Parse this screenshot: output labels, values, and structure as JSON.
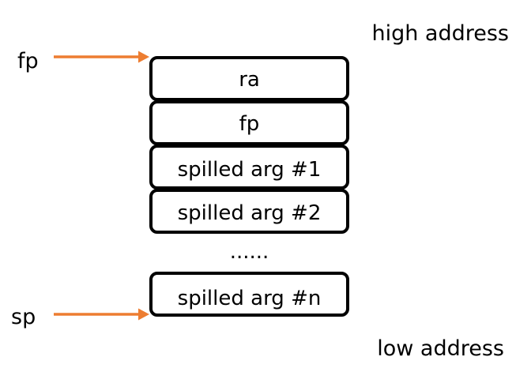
{
  "labels": {
    "high": "high address",
    "low": "low address"
  },
  "pointers": {
    "fp": "fp",
    "sp": "sp"
  },
  "stack": {
    "slots": [
      "ra",
      "fp",
      "spilled arg #1",
      "spilled arg #2"
    ],
    "ellipsis": "......",
    "last_slot": "spilled arg #n"
  },
  "colors": {
    "arrow": "#ED7D31",
    "box_border": "#000000",
    "text": "#000000"
  }
}
